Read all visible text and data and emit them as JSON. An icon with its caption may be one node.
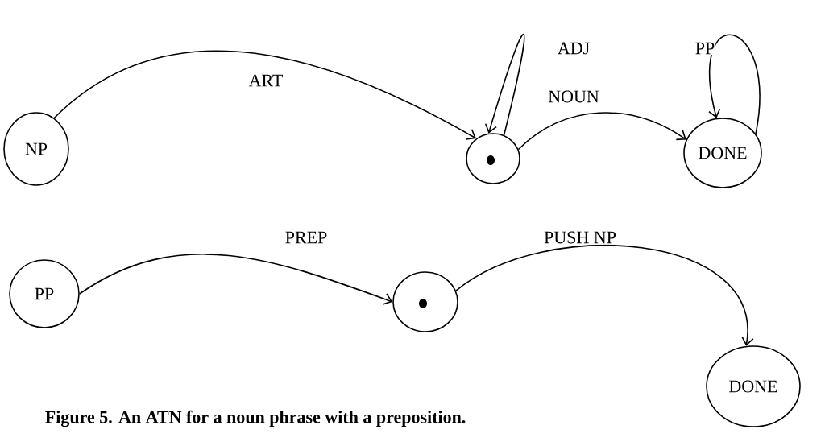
{
  "diagram": {
    "caption": "Figure 5. An ATN for a noun phrase with a preposition.",
    "nodes": [
      {
        "text": [
          "NP"
        ]
      },
      {
        "text": [],
        "shape": "circle"
      },
      {
        "text": [
          "DONE"
        ]
      },
      {
        "text": [
          "PP"
        ]
      },
      {
        "text": [],
        "shape": "circle"
      },
      {
        "text": [
          "DONE"
        ]
      }
    ],
    "edges": [
      {
        "from": 0,
        "to": 1,
        "arrow": "to",
        "label": "ART"
      },
      {
        "from": 1,
        "to": 1,
        "arrow": "to",
        "label": "ADJ"
      },
      {
        "from": 1,
        "to": 2,
        "arrow": "to",
        "label": "NOUN"
      },
      {
        "from": 2,
        "to": 2,
        "arrow": "to",
        "label": "PP"
      },
      {
        "from": 3,
        "to": 4,
        "arrow": "to",
        "label": "PREP"
      },
      {
        "from": 4,
        "to": 5,
        "arrow": "to",
        "label": "PUSH NP"
      }
    ]
  }
}
